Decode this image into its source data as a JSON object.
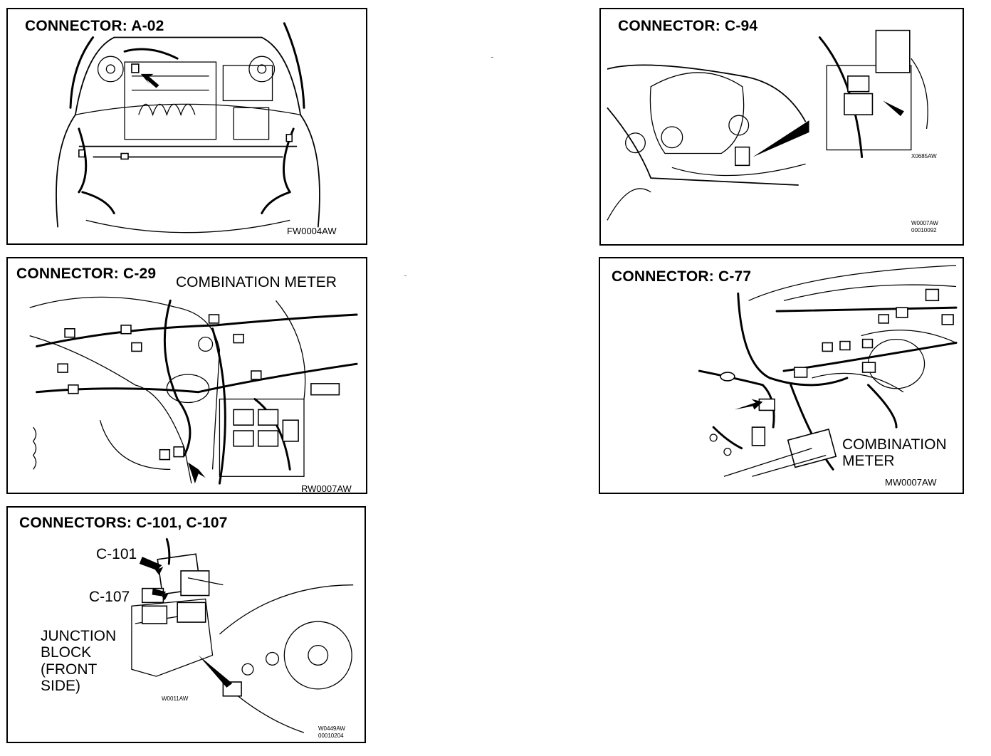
{
  "panels": {
    "a02": {
      "title": "CONNECTOR:  A-02",
      "code": "FW0004AW"
    },
    "c94": {
      "title": "CONNECTOR:  C-94",
      "inset_code": "X0685AW",
      "code": "W0007AW",
      "code2": "00010092"
    },
    "c29": {
      "title": "CONNECTOR:  C-29",
      "label": "COMBINATION METER",
      "code": "RW0007AW"
    },
    "c77": {
      "title": "CONNECTOR:  C-77",
      "label_line1": "COMBINATION",
      "label_line2": "METER",
      "code": "MW0007AW"
    },
    "c101": {
      "title": "CONNECTORS:  C-101,  C-107",
      "label_c101": "C-101",
      "label_c107": "C-107",
      "jb_line1": "JUNCTION",
      "jb_line2": "BLOCK",
      "jb_line3": "(FRONT",
      "jb_line4": "SIDE)",
      "inset_code": "W0011AW",
      "code": "W0449AW",
      "code2": "00010204"
    }
  },
  "icons": [
    "arrow-pointer-icon",
    "connector-icon",
    "wiring-harness-illustration"
  ],
  "colors": {
    "ink": "#000000",
    "paper": "#ffffff"
  }
}
